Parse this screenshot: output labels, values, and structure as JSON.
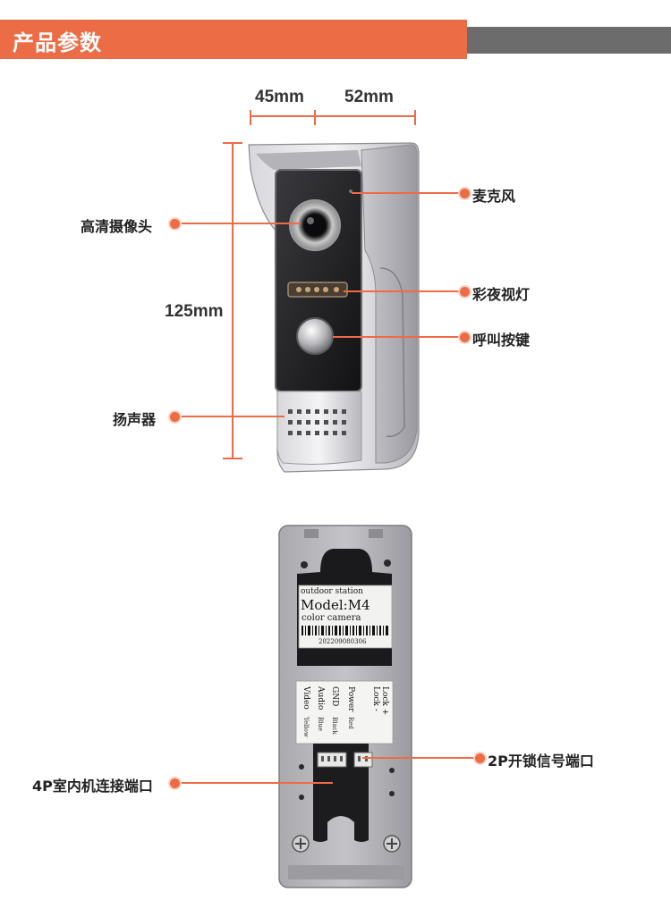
{
  "header": {
    "title": "产品参数"
  },
  "dimensions": {
    "width_a": "45mm",
    "width_b": "52mm",
    "height": "125mm"
  },
  "front_labels": {
    "camera": "高清摄像头",
    "mic": "麦克风",
    "night_light": "彩夜视灯",
    "call_button": "呼叫按键",
    "speaker": "扬声器"
  },
  "back_labels": {
    "indoor_port": "4P室内机连接端口",
    "lock_port": "2P开锁信号端口"
  },
  "device_sticker": {
    "line1": "outdoor station",
    "model": "Model:M4",
    "subtitle": "color camera",
    "serial": "202209080306"
  },
  "terminal_labels": {
    "lock_plus": "Lock +",
    "lock_minus": "Lock -",
    "power": "Power",
    "gnd": "GND",
    "audio": "Audio",
    "video": "Video",
    "red": "Red",
    "black": "Black",
    "blue": "Blue",
    "yellow": "Yellow"
  },
  "colors": {
    "accent": "#ec6c45",
    "banner_gray": "#6c6c6c"
  }
}
